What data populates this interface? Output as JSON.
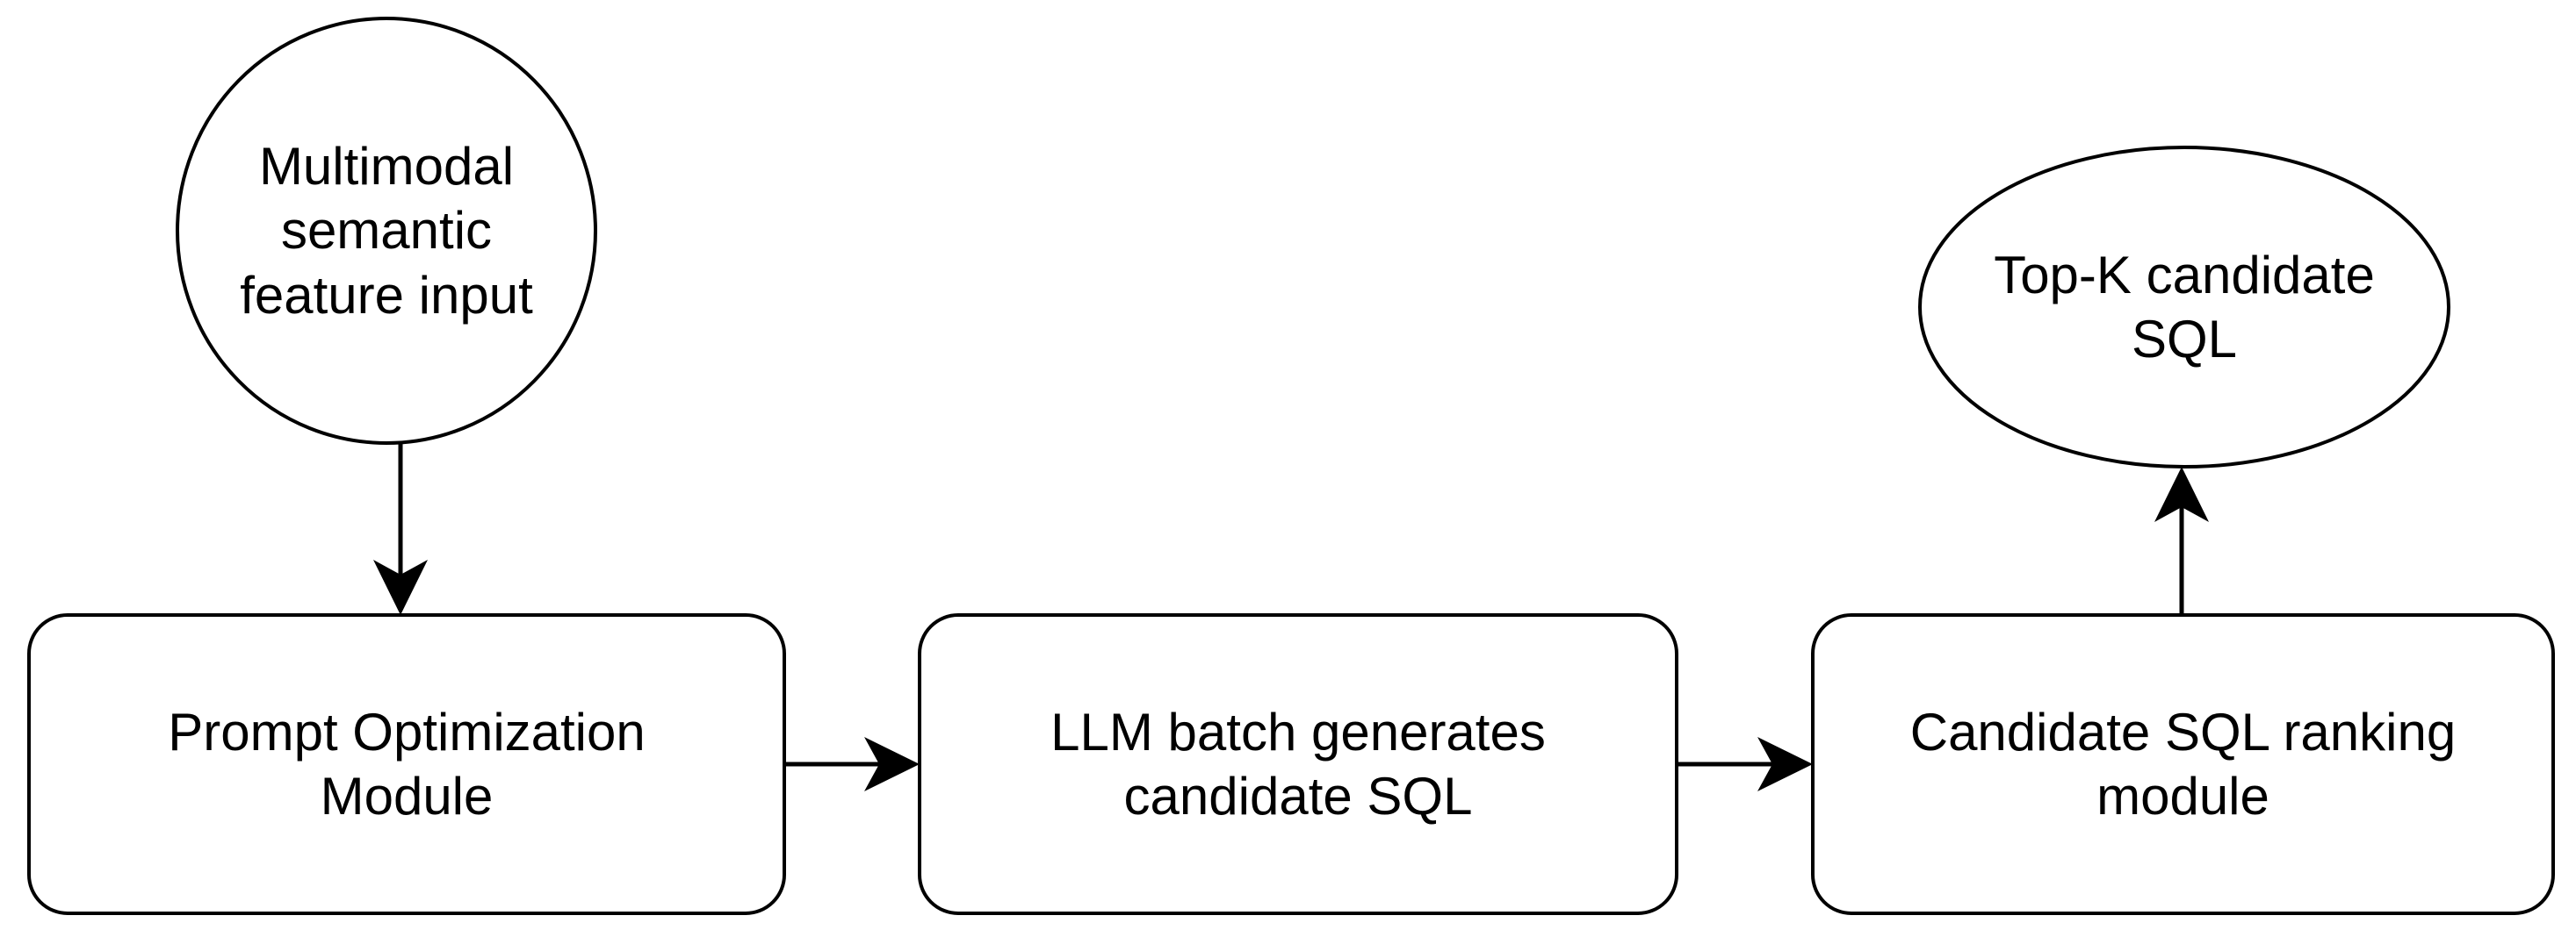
{
  "diagram": {
    "type": "flowchart",
    "orientation": "left-to-right",
    "background_color": "#ffffff",
    "stroke_color": "#000000",
    "text_color": "#000000",
    "nodes": [
      {
        "id": "multimodal-input",
        "shape": "ellipse",
        "label": "Multimodal\nsemantic\nfeature input"
      },
      {
        "id": "prompt-optimization-module",
        "shape": "rounded-rect",
        "label": "Prompt Optimization\nModule"
      },
      {
        "id": "llm-batch-generates",
        "shape": "rounded-rect",
        "label": "LLM batch generates\ncandidate SQL"
      },
      {
        "id": "candidate-sql-ranking",
        "shape": "rounded-rect",
        "label": "Candidate SQL ranking\nmodule"
      },
      {
        "id": "topk-candidate-sql",
        "shape": "ellipse",
        "label": "Top-K candidate\nSQL"
      }
    ],
    "edges": [
      {
        "id": "edge-input-to-prompt",
        "from": "multimodal-input",
        "to": "prompt-optimization-module",
        "direction": "down",
        "label": ""
      },
      {
        "id": "edge-prompt-to-llm",
        "from": "prompt-optimization-module",
        "to": "llm-batch-generates",
        "direction": "right",
        "label": ""
      },
      {
        "id": "edge-llm-to-ranking",
        "from": "llm-batch-generates",
        "to": "candidate-sql-ranking",
        "direction": "right",
        "label": ""
      },
      {
        "id": "edge-ranking-to-topk",
        "from": "candidate-sql-ranking",
        "to": "topk-candidate-sql",
        "direction": "up",
        "label": ""
      }
    ]
  }
}
